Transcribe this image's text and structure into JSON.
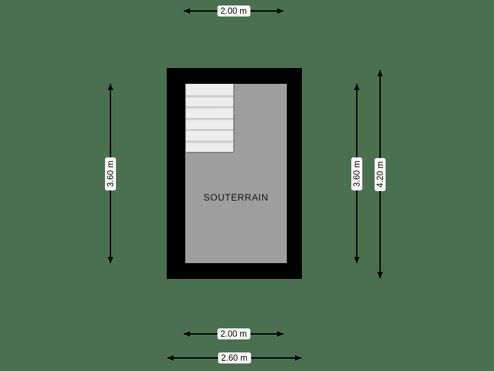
{
  "plan": {
    "room_label": "SOUTERRAIN",
    "floor_color": "#9e9e9e",
    "wall_color": "#000000",
    "stairs_color": "#ededed",
    "background_color": "#4a7050",
    "stair_treads": 6
  },
  "dimensions": {
    "top": {
      "label": "2.00 m",
      "orientation": "horizontal",
      "position": "top"
    },
    "left": {
      "label": "3.60 m",
      "orientation": "vertical",
      "position": "left"
    },
    "right_inner": {
      "label": "3.60 m",
      "orientation": "vertical",
      "position": "right-inner"
    },
    "right_outer": {
      "label": "4.20 m",
      "orientation": "vertical",
      "position": "right-outer"
    },
    "bottom_inner": {
      "label": "2.00 m",
      "orientation": "horizontal",
      "position": "bottom-inner"
    },
    "bottom_outer": {
      "label": "2.60 m",
      "orientation": "horizontal",
      "position": "bottom-outer"
    }
  }
}
